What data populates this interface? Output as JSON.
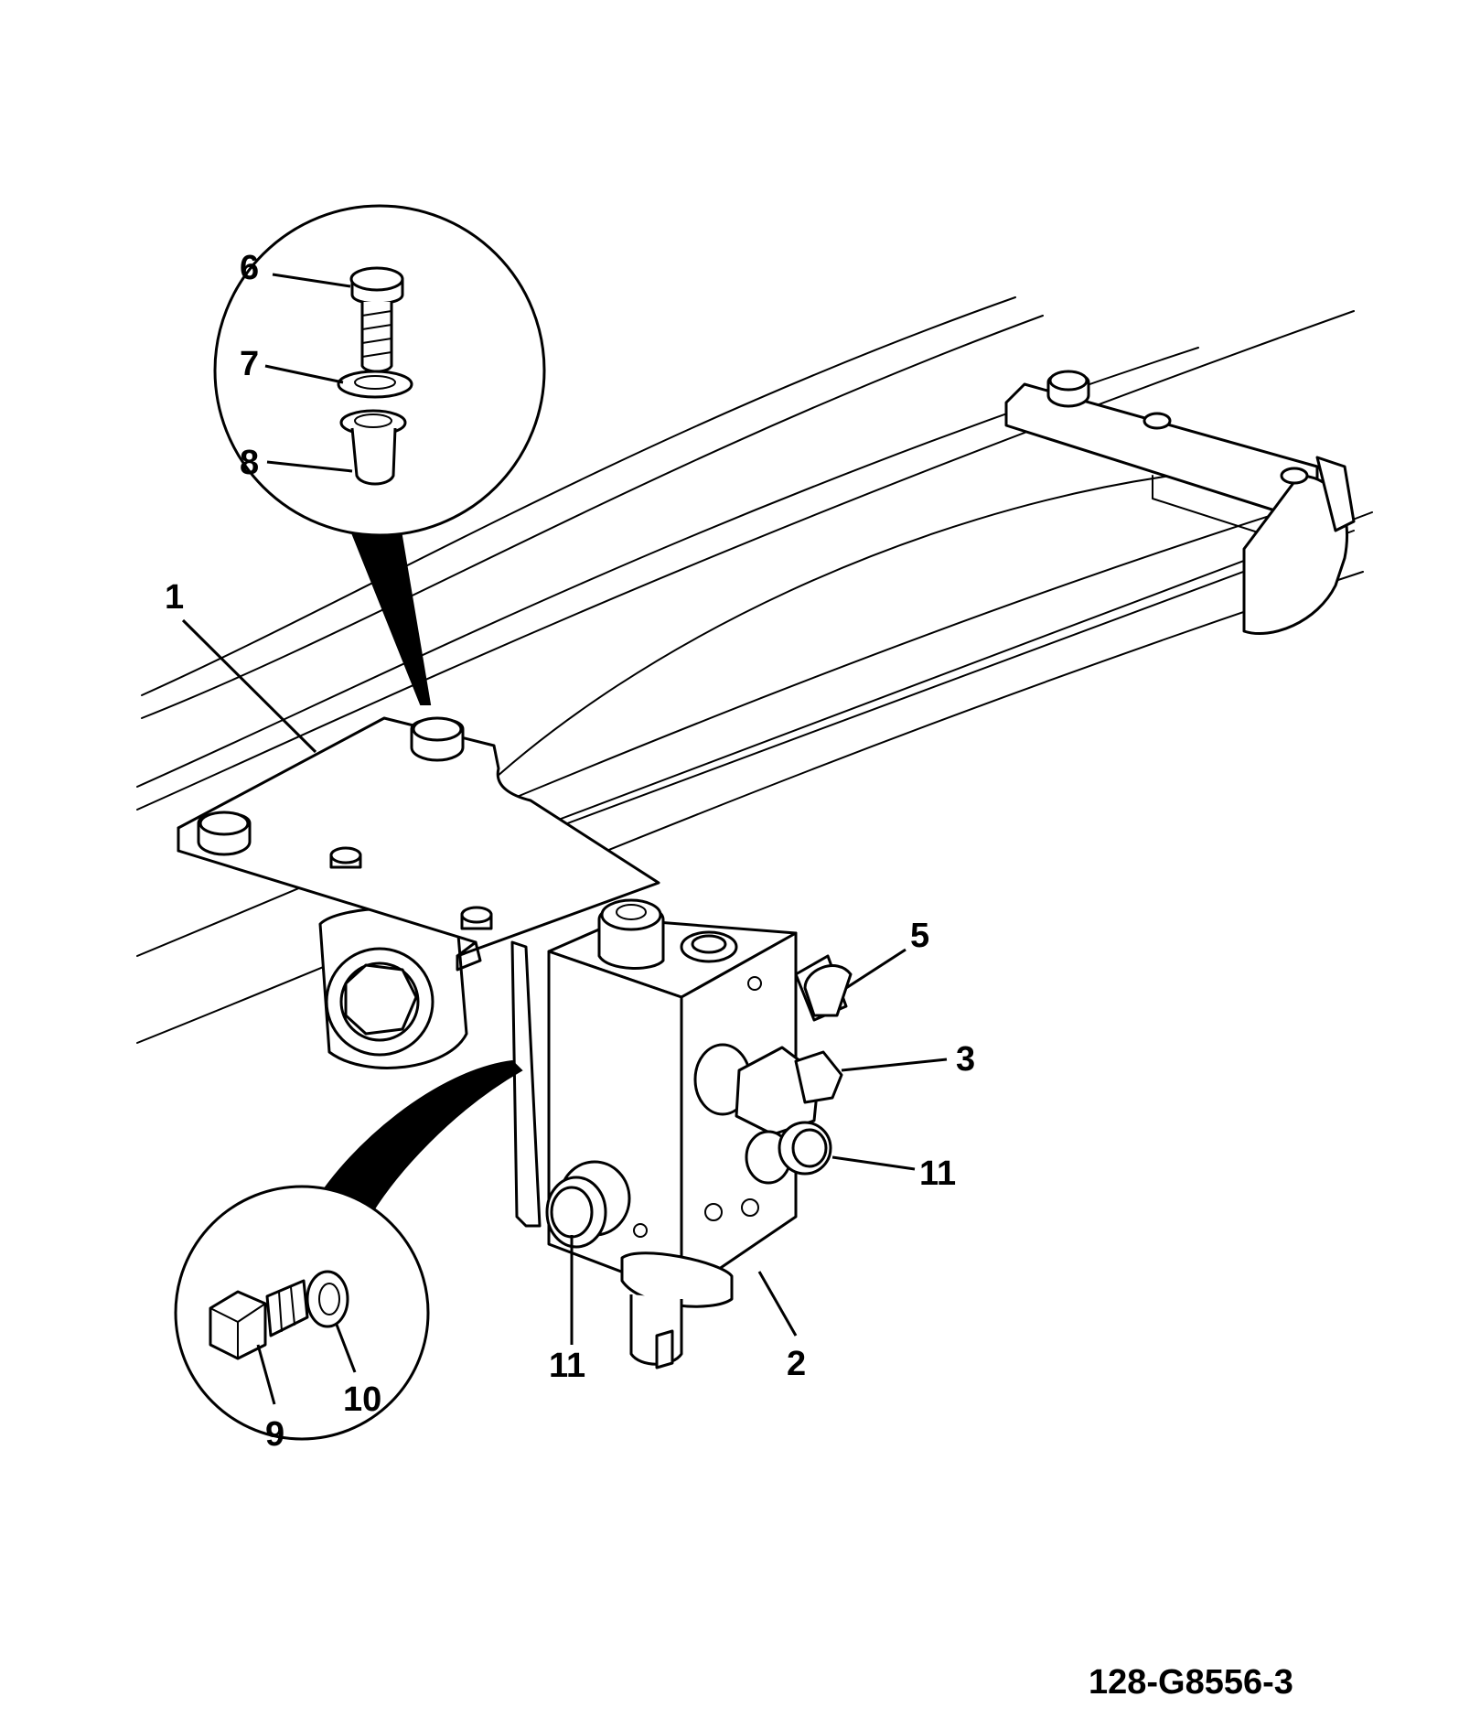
{
  "drawing_number": "128-G8556-3",
  "callouts": {
    "c1": "1",
    "c2": "2",
    "c3": "3",
    "c5": "5",
    "c6": "6",
    "c7": "7",
    "c8": "8",
    "c9": "9",
    "c10": "10",
    "c11a": "11",
    "c11b": "11"
  }
}
